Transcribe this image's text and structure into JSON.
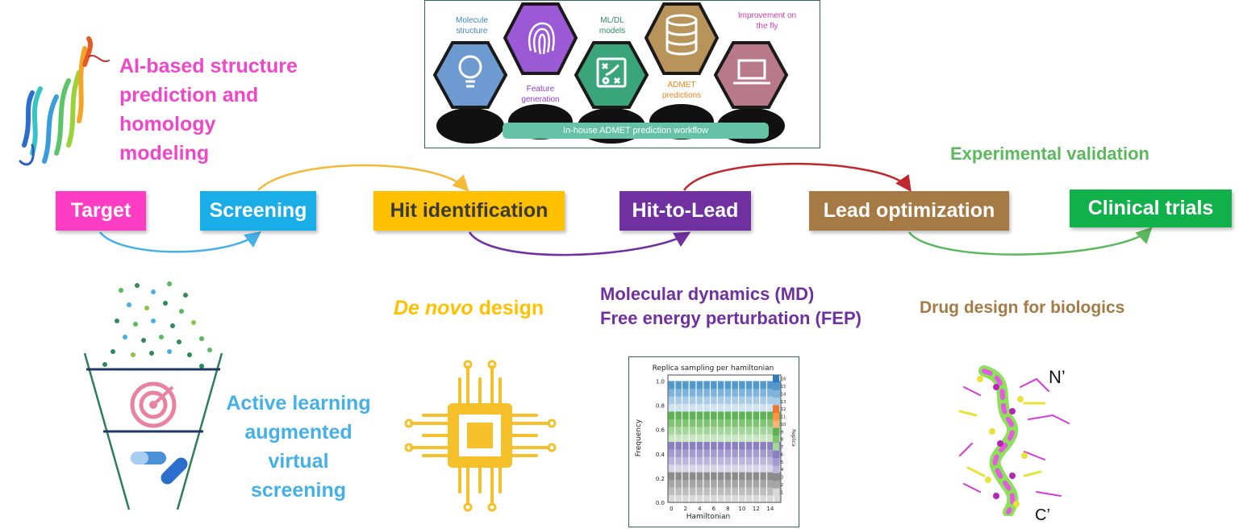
{
  "stages": {
    "target": "Target",
    "screening": "Screening",
    "hit_identification": "Hit identification",
    "hit_to_lead": "Hit-to-Lead",
    "lead_optimization": "Lead optimization",
    "clinical_trials": "Clinical trials"
  },
  "labels": {
    "ai_structure": [
      "AI-based structure",
      "prediction and",
      "homology",
      "modeling"
    ],
    "experimental_validation": "Experimental validation",
    "active_learning": [
      "Active learning",
      "augmented",
      "virtual",
      "screening"
    ],
    "de_novo_italic": "De novo",
    "de_novo_rest": " design",
    "md": "Molecular dynamics (MD)",
    "fep": "Free energy perturbation (FEP)",
    "biologics": "Drug design for biologics",
    "n_term": "N’",
    "c_term": "C’"
  },
  "workflow": {
    "caption": "In-house ADMET prediction workflow",
    "steps": [
      {
        "label": "Molecule structure",
        "icon": "lightbulb-icon",
        "color": "#6d9bd1"
      },
      {
        "label": "Feature generation",
        "icon": "fingerprint-icon",
        "color": "#9b59d6"
      },
      {
        "label": "ML/DL models",
        "icon": "strategy-board-icon",
        "color": "#3aa57a"
      },
      {
        "label": "ADMET predictions",
        "icon": "database-icon",
        "color": "#b8935a"
      },
      {
        "label": "Improvement on the fly",
        "icon": "laptop-icon",
        "color": "#b87a8a"
      }
    ],
    "caption_colors": [
      "#3d86c6",
      "#8e3fd1",
      "#2f8a5e",
      "#e8851c",
      "#cc3ca8"
    ]
  },
  "colors": {
    "target": "#ff3dc4",
    "screening": "#19aee8",
    "hit": "#ffc000",
    "hit_to_lead": "#7030a0",
    "lead": "#a57a45",
    "clinical": "#10b04a",
    "ai_text": "#ee47c8",
    "active_text": "#45b0e8",
    "denovo_text": "#ffc000",
    "md_text": "#7030a0",
    "bio_text": "#a57a45",
    "exp_text": "#5cb85c"
  },
  "chart_data": {
    "type": "bar",
    "title": "Replica sampling per hamiltonian",
    "xlabel": "Hamiltonian",
    "ylabel": "Frequency",
    "ylim": [
      0,
      1.05
    ],
    "x_ticks": [
      "0",
      "2",
      "4",
      "6",
      "8",
      "10",
      "12",
      "14"
    ],
    "y_ticks": [
      "0.0",
      "0.2",
      "0.4",
      "0.6",
      "0.8",
      "1.0"
    ],
    "colorbar_ticks": [
      "16",
      "15",
      "14",
      "13",
      "12",
      "11",
      "10",
      "9",
      "8",
      "7",
      "6",
      "5",
      "4",
      "3",
      "2",
      "1"
    ],
    "colorbar_label": "Replica",
    "categories": [
      "0",
      "1",
      "2",
      "3",
      "4",
      "5",
      "6",
      "7",
      "8",
      "9",
      "10",
      "11",
      "12",
      "13",
      "14",
      "15"
    ],
    "note_values": "each bar stacks 16 replica fractions summing to 1.0"
  }
}
